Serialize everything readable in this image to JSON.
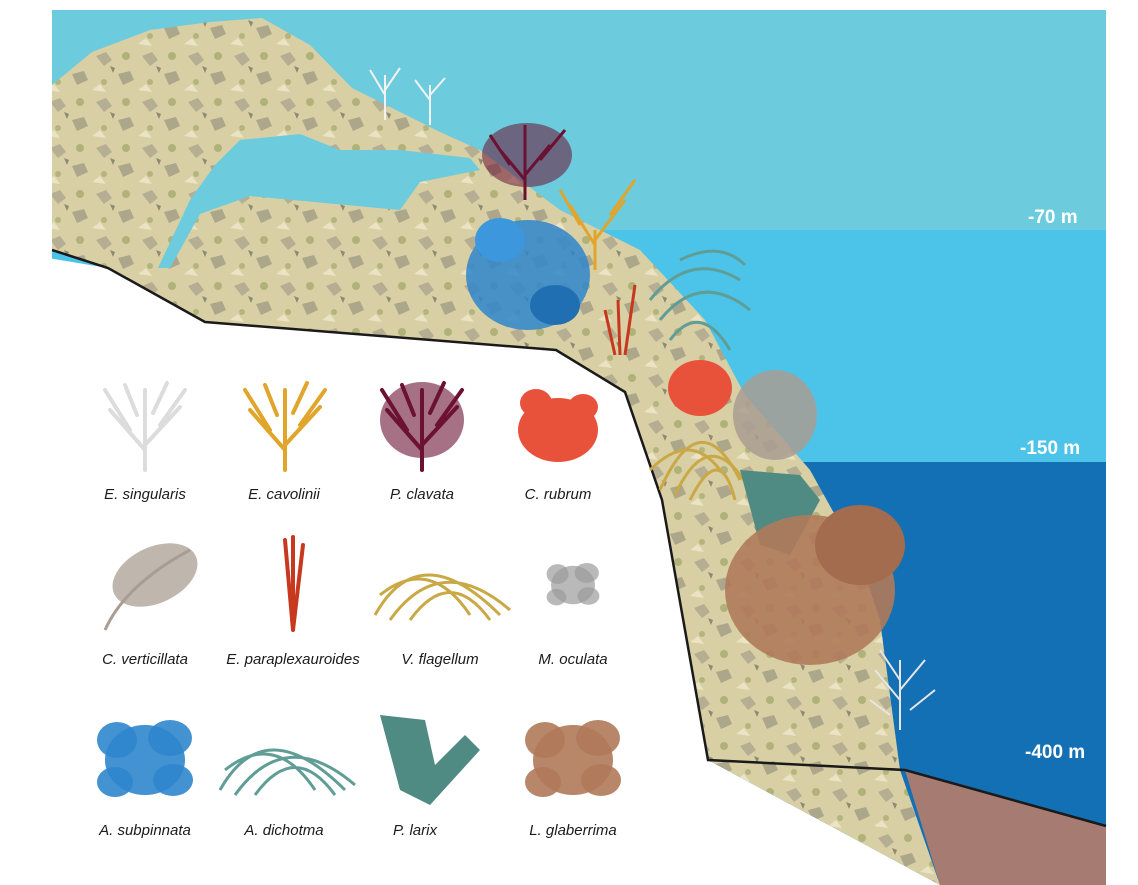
{
  "depth_zones": [
    {
      "label": "-70 m",
      "color": "#6ccbdd"
    },
    {
      "label": "-150 m",
      "color": "#4cc3e8"
    },
    {
      "label": "-400 m",
      "color": "#1470b5"
    }
  ],
  "colors": {
    "rock": "#d8cfa4",
    "rock_shadow": "#9b9482",
    "rock_moss": "#8f9a55",
    "seabed": "#a67b72",
    "outline": "#1a1a1a"
  },
  "species": [
    {
      "name": "E. singularis",
      "icon": "fan-coral-icon",
      "color": "#dcdcdc"
    },
    {
      "name": "E. cavolinii",
      "icon": "fan-coral-icon",
      "color": "#e0a52a"
    },
    {
      "name": "P. clavata",
      "icon": "fan-coral-icon",
      "color": "#6b1233"
    },
    {
      "name": "C. rubrum",
      "icon": "branching-coral-icon",
      "color": "#e8523a"
    },
    {
      "name": "C. verticillata",
      "icon": "feather-coral-icon",
      "color": "#a99d93"
    },
    {
      "name": "E. paraplexauroides",
      "icon": "whip-coral-icon",
      "color": "#c8381f"
    },
    {
      "name": "V. flagellum",
      "icon": "arched-whip-coral-icon",
      "color": "#c9a845"
    },
    {
      "name": "M. oculata",
      "icon": "bushy-coral-icon",
      "color": "#9b9b9b"
    },
    {
      "name": "A. subpinnata",
      "icon": "bushy-coral-icon",
      "color": "#2f86cc"
    },
    {
      "name": "A. dichotma",
      "icon": "arched-whip-coral-icon",
      "color": "#5f9d95"
    },
    {
      "name": "P. larix",
      "icon": "bottlebrush-coral-icon",
      "color": "#4f8b82"
    },
    {
      "name": "L. glaberrima",
      "icon": "bushy-coral-icon",
      "color": "#b07a5a"
    }
  ]
}
